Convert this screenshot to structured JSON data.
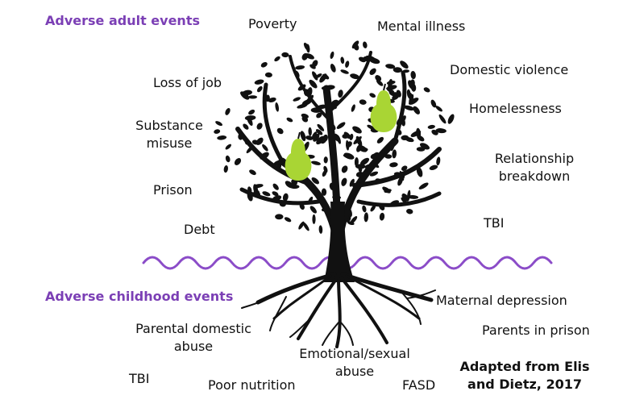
{
  "colors": {
    "heading": "#7B3FB5",
    "wave": "#8B4CC8",
    "pear": "#A9D534",
    "tree": "#111111"
  },
  "headings": {
    "adult": "Adverse adult events",
    "childhood": "Adverse childhood events"
  },
  "adult_events": {
    "poverty": "Poverty",
    "mental_illness": "Mental illness",
    "loss_of_job": "Loss of job",
    "domestic_violence": "Domestic violence",
    "homelessness": "Homelessness",
    "substance_misuse": [
      "Substance",
      "misuse"
    ],
    "relationship_breakdown": [
      "Relationship",
      "breakdown"
    ],
    "prison": "Prison",
    "debt": "Debt",
    "tbi": "TBI"
  },
  "childhood_events": {
    "maternal_depression": "Maternal depression",
    "parental_domestic_abuse": [
      "Parental domestic",
      "abuse"
    ],
    "parents_in_prison": "Parents in prison",
    "emotional_sexual_abuse": [
      "Emotional/sexual",
      "abuse"
    ],
    "tbi": "TBI",
    "poor_nutrition": "Poor nutrition",
    "fasd": "FASD"
  },
  "credit": [
    "Adapted from Elis",
    "and Dietz, 2017"
  ],
  "icons": [
    "tree-icon",
    "pear-icon",
    "wave-line",
    "roots-icon"
  ]
}
